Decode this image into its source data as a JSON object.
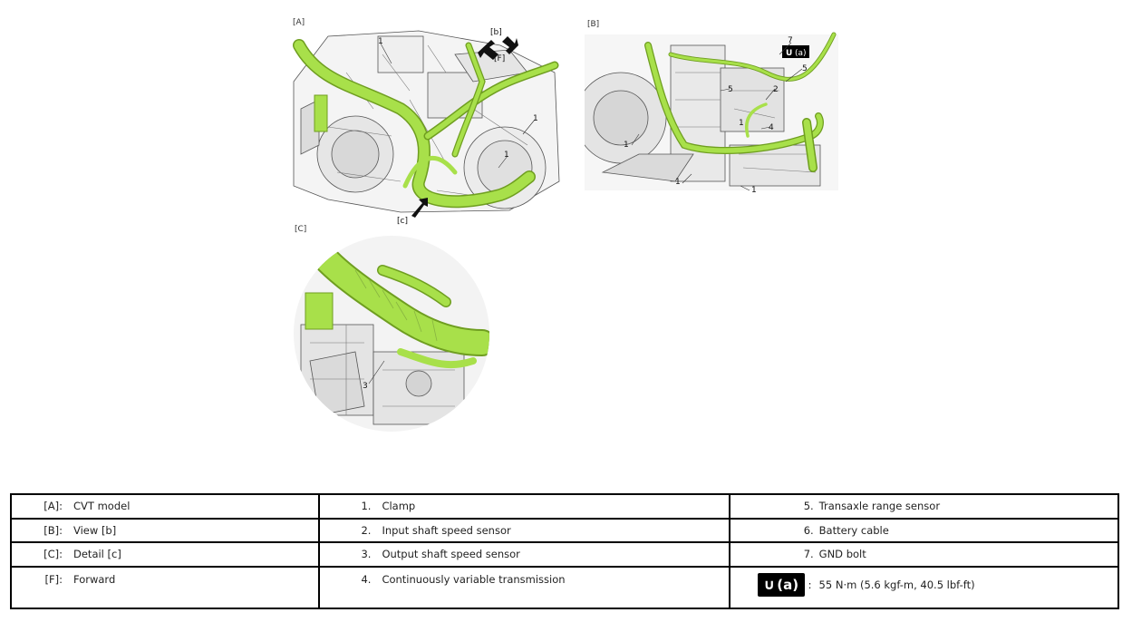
{
  "panels": {
    "A": {
      "label": "[A]",
      "markers": {
        "b": "[b]",
        "F": "[F]",
        "c": "[c]"
      },
      "callouts": [
        "1",
        "1",
        "1"
      ]
    },
    "B": {
      "label": "[B]",
      "torque_tag": "(a)",
      "callouts": [
        "7",
        "5",
        "5",
        "2",
        "4",
        "1",
        "1",
        "1",
        "1"
      ]
    },
    "C": {
      "label": "[C]",
      "callouts": [
        "3"
      ]
    }
  },
  "legend": {
    "rows": [
      {
        "c1_key": "[A]:",
        "c1_val": "CVT model",
        "c2_key": "1.",
        "c2_val": "Clamp",
        "c3_key": "5.",
        "c3_val": "Transaxle range sensor"
      },
      {
        "c1_key": "[B]:",
        "c1_val": "View [b]",
        "c2_key": "2.",
        "c2_val": "Input shaft speed sensor",
        "c3_key": "6.",
        "c3_val": "Battery cable"
      },
      {
        "c1_key": "[C]:",
        "c1_val": "Detail [c]",
        "c2_key": "3.",
        "c2_val": "Output shaft speed sensor",
        "c3_key": "7.",
        "c3_val": "GND bolt"
      },
      {
        "c1_key": "[F]:",
        "c1_val": "Forward",
        "c2_key": "4.",
        "c2_val": "Continuously variable transmission",
        "c3_icon_text": "(a)",
        "c3_sep": ":",
        "c3_val": "55 N·m (5.6 kgf-m, 40.5 lbf-ft)"
      }
    ]
  },
  "colors": {
    "harness": "#a8e04a",
    "harness_dark": "#6f9e20",
    "line": "#222222"
  }
}
